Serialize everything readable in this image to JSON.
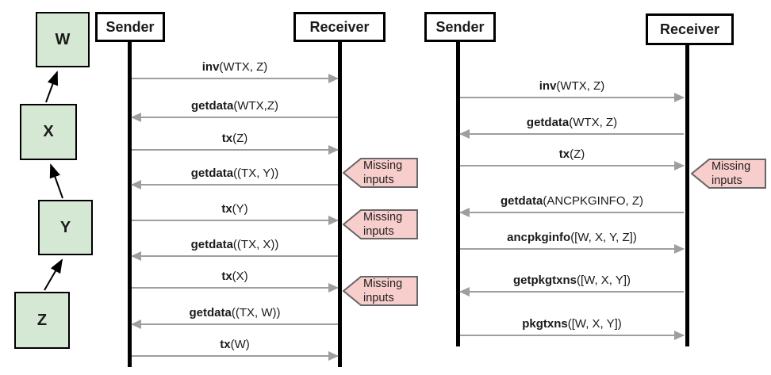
{
  "colors": {
    "block-fill": "#d5e8d4",
    "block-border": "#000000",
    "callout-fill": "#f8cecc",
    "callout-border": "#666666",
    "arrow-gray": "#9e9e9e",
    "line-black": "#000000"
  },
  "chain": {
    "blocks": [
      {
        "label": "W"
      },
      {
        "label": "X"
      },
      {
        "label": "Y"
      },
      {
        "label": "Z"
      }
    ]
  },
  "callout_text": "Missing inputs",
  "diagrams": [
    {
      "sender_label": "Sender",
      "receiver_label": "Receiver",
      "messages": [
        {
          "method": "inv",
          "args": "(WTX, Z)",
          "direction": "right"
        },
        {
          "method": "getdata",
          "args": "(WTX,Z)",
          "direction": "left"
        },
        {
          "method": "tx",
          "args": "(Z)",
          "direction": "right"
        },
        {
          "method": "getdata",
          "args": "((TX, Y))",
          "direction": "left"
        },
        {
          "method": "tx",
          "args": "(Y)",
          "direction": "right"
        },
        {
          "method": "getdata",
          "args": "((TX, X))",
          "direction": "left"
        },
        {
          "method": "tx",
          "args": "(X)",
          "direction": "right"
        },
        {
          "method": "getdata",
          "args": "((TX, W))",
          "direction": "left"
        },
        {
          "method": "tx",
          "args": "(W)",
          "direction": "right"
        }
      ]
    },
    {
      "sender_label": "Sender",
      "receiver_label": "Receiver",
      "messages": [
        {
          "method": "inv",
          "args": "(WTX, Z)",
          "direction": "right"
        },
        {
          "method": "getdata",
          "args": "(WTX, Z)",
          "direction": "left"
        },
        {
          "method": "tx",
          "args": "(Z)",
          "direction": "right"
        },
        {
          "method": "getdata",
          "args": "(ANCPKGINFO, Z)",
          "direction": "left"
        },
        {
          "method": "ancpkginfo",
          "args": "([W, X, Y, Z])",
          "direction": "right"
        },
        {
          "method": "getpkgtxns",
          "args": "([W, X, Y])",
          "direction": "left"
        },
        {
          "method": "pkgtxns",
          "args": "([W, X, Y])",
          "direction": "right"
        }
      ]
    }
  ]
}
